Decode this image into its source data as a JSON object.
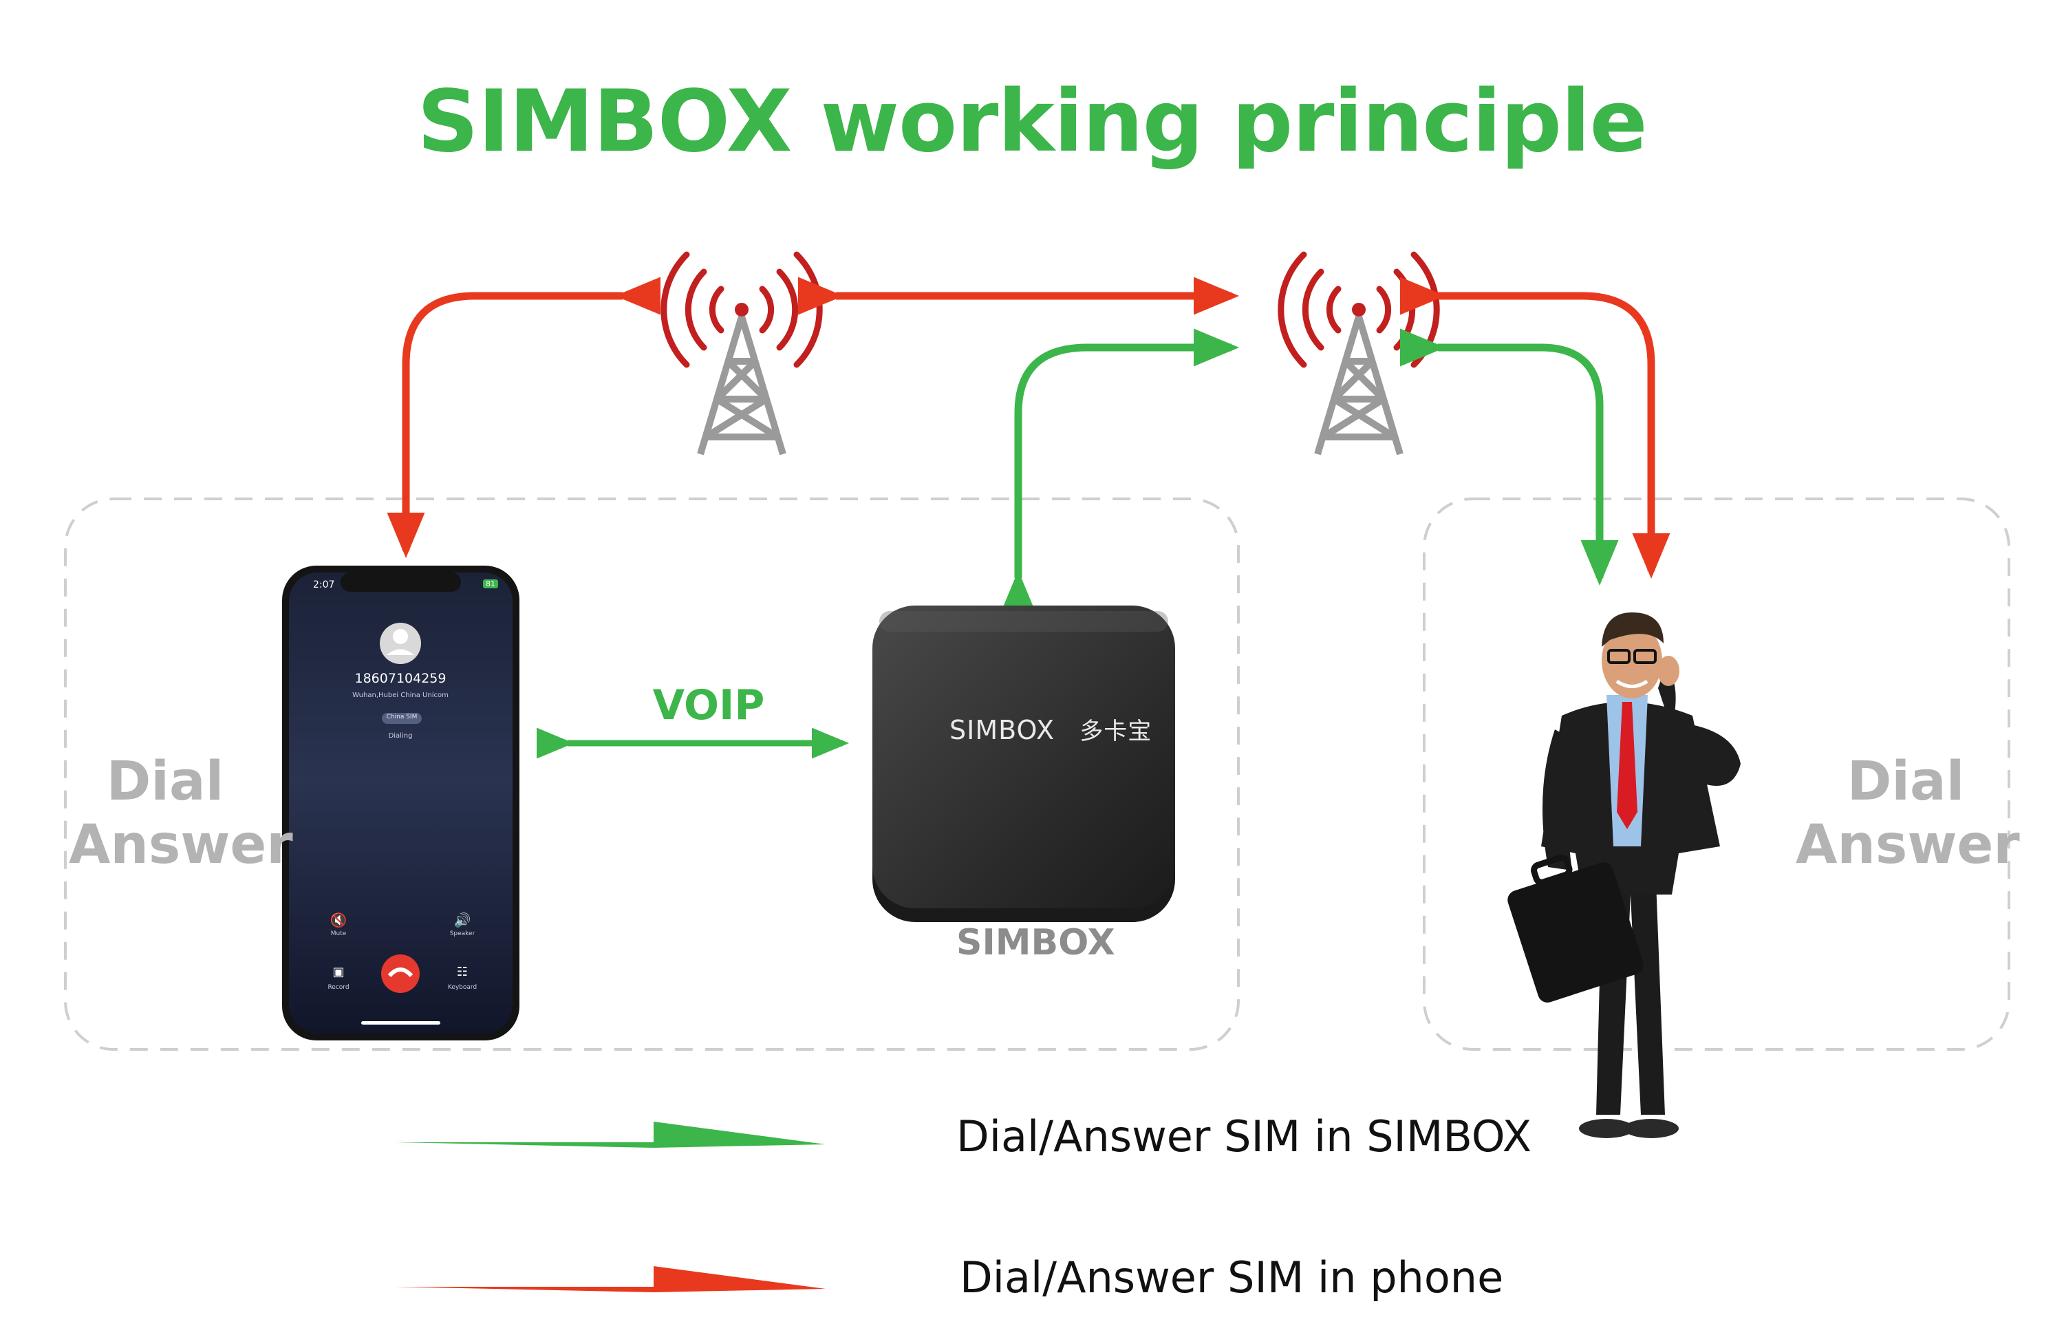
{
  "title": "SIMBOX working principle",
  "colors": {
    "green": "#3cb54a",
    "red": "#e8391e",
    "gray_label": "#b3b3b3",
    "dashed": "#cfcfcf"
  },
  "left_panel": {
    "dial": "Dial",
    "answer": "Answer"
  },
  "right_panel": {
    "dial": "Dial",
    "answer": "Answer"
  },
  "voip_label": "VOIP",
  "device": {
    "brand": "SIMBOX",
    "brand_cn": "多卡宝",
    "caption": "SIMBOX"
  },
  "phone": {
    "time": "2:07",
    "battery": "81",
    "number": "18607104259",
    "location": "Wuhan,Hubei China Unicom",
    "sim_badge": "China SIM",
    "status": "Dialing",
    "mute": "Mute",
    "speaker": "Speaker",
    "record": "Record",
    "keyboard": "Keyboard"
  },
  "legend": [
    {
      "color": "green",
      "text": "Dial/Answer SIM in SIMBOX"
    },
    {
      "color": "red",
      "text": "Dial/Answer SIM in phone"
    }
  ],
  "icons": [
    "cell-tower-icon",
    "cell-tower-icon",
    "smartphone",
    "simbox-device",
    "businessman"
  ]
}
